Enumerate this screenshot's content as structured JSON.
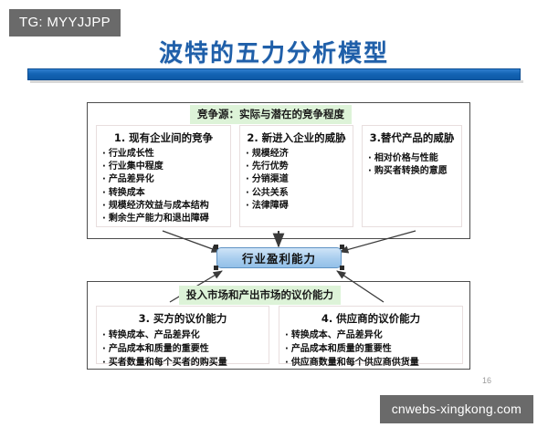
{
  "tag": {
    "label": "TG: MYYJJPP"
  },
  "slide": {
    "title": "波特的五力分析模型",
    "page_number": "16",
    "watermark": "cnwebs-xingkong.com",
    "accent_color": "#1f5fa9",
    "bar_color": "#1464b4",
    "green_label_color": "#ddf3d8",
    "center_box_color": "#a8cdee"
  },
  "diagram": {
    "top_group_label": "竞争源：实际与潜在的竞争程度",
    "bottom_group_label": "投入市场和产出市场的议价能力",
    "center": {
      "label": "行业盈利能力"
    },
    "forces": [
      {
        "title": "1. 现有企业间的竞争",
        "items": [
          "行业成长性",
          "行业集中程度",
          "产品差异化",
          "转换成本",
          "规模经济效益与成本结构",
          "剩余生产能力和退出障碍"
        ]
      },
      {
        "title": "2. 新进入企业的威胁",
        "items": [
          "规模经济",
          "先行优势",
          "分销渠道",
          "公共关系",
          "法律障碍"
        ]
      },
      {
        "title": "3.替代产品的威胁",
        "items": [
          "相对价格与性能",
          "购买者转换的意愿"
        ]
      },
      {
        "title": "3. 买方的议价能力",
        "items": [
          "转换成本、产品差异化",
          "产品成本和质量的重要性",
          "买者数量和每个买者的购买量"
        ]
      },
      {
        "title": "4. 供应商的议价能力",
        "items": [
          "转换成本、产品差异化",
          "产品成本和质量的重要性",
          "供应商数量和每个供应商供货量"
        ]
      }
    ]
  }
}
